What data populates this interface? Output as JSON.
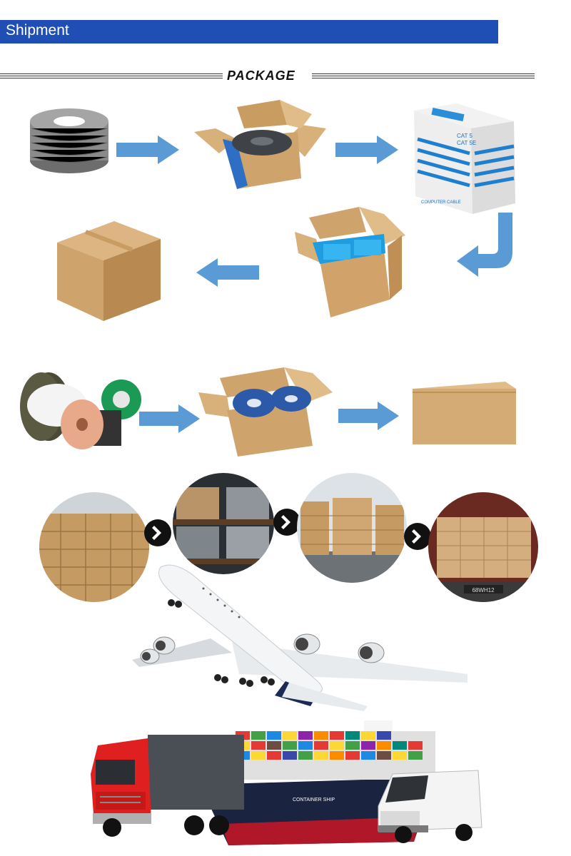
{
  "header": {
    "title": "Shipment",
    "color": "#1f4fb4"
  },
  "divider": {
    "label": "PACKAGE"
  },
  "cable_box": {
    "line1": "CAT 5",
    "line2": "CAT 5E",
    "side": "COMPUTER CABLE"
  },
  "ship": {
    "hull_label": "CONTAINER SHIP"
  },
  "container": {
    "plate": "68WH12"
  },
  "colors": {
    "arrow": "#5b9bd5",
    "cardboard": "#c9a06c",
    "truck_red": "#e02020",
    "hull": "#1a2340"
  }
}
